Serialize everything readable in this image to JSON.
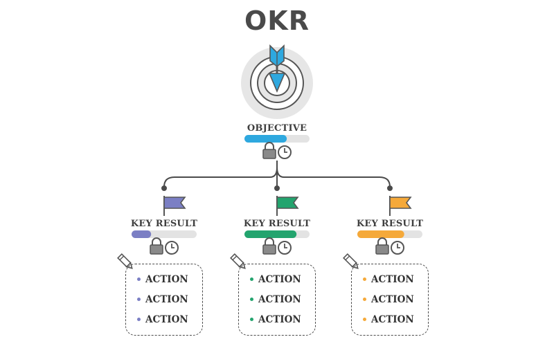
{
  "title": "OKR",
  "objective": {
    "label": "OBJECTIVE",
    "progress": 0.65,
    "color": "#2ea8df"
  },
  "key_results": [
    {
      "label": "KEY RESULT",
      "progress": 0.3,
      "color": "#7b7fc4",
      "actions": [
        "ACTION",
        "ACTION",
        "ACTION"
      ]
    },
    {
      "label": "KEY RESULT",
      "progress": 0.8,
      "color": "#23a46e",
      "actions": [
        "ACTION",
        "ACTION",
        "ACTION"
      ]
    },
    {
      "label": "KEY RESULT",
      "progress": 0.72,
      "color": "#f5a93a",
      "actions": [
        "ACTION",
        "ACTION",
        "ACTION"
      ]
    }
  ],
  "colors": {
    "text": "#3f3f3f",
    "line": "#4a4a4a",
    "track": "#e3e3e3",
    "icon_gray": "#8a8a8a"
  },
  "icons": [
    "target-icon",
    "arrow-icon",
    "lock-icon",
    "clock-icon",
    "flag-icon",
    "pencil-icon"
  ]
}
